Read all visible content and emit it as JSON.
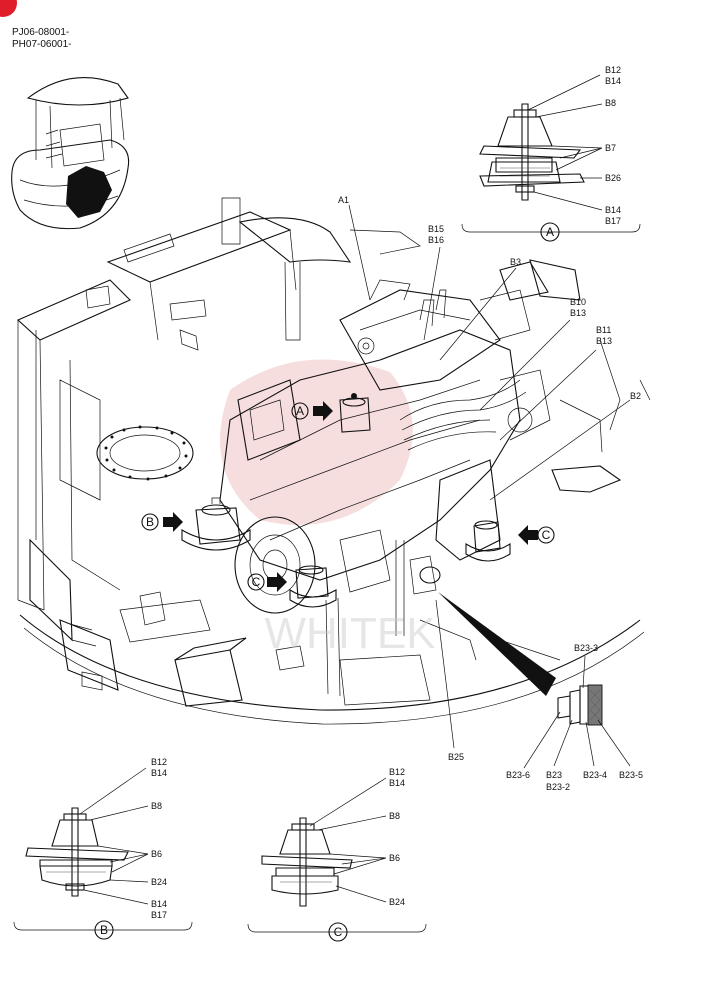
{
  "serials": [
    "PJ06-08001-",
    "PH07-06001-"
  ],
  "views": {
    "A": "A",
    "B": "B",
    "C": "C"
  },
  "callouts": {
    "A1": "A1",
    "B2": "B2",
    "B3": "B3",
    "B10": "B10",
    "B11": "B11",
    "B13": "B13",
    "B15": "B15",
    "B16": "B16",
    "B25": "B25",
    "B23": "B23",
    "B23_2": "B23-2",
    "B23_3": "B23-3",
    "B23_4": "B23-4",
    "B23_5": "B23-5",
    "B23_6": "B23-6"
  },
  "detail_a": {
    "labels": [
      "B12",
      "B14",
      "B8",
      "B7",
      "B26",
      "B14",
      "B17"
    ]
  },
  "detail_b": {
    "labels": [
      "B12",
      "B14",
      "B8",
      "B6",
      "B24",
      "B14",
      "B17"
    ]
  },
  "detail_c": {
    "labels": [
      "B12",
      "B14",
      "B8",
      "B6",
      "B24"
    ]
  },
  "watermark": "WHITEK",
  "colors": {
    "corner_badge": "#e01e2b",
    "watermark_red": "#e07a7a",
    "line": "#111111"
  }
}
